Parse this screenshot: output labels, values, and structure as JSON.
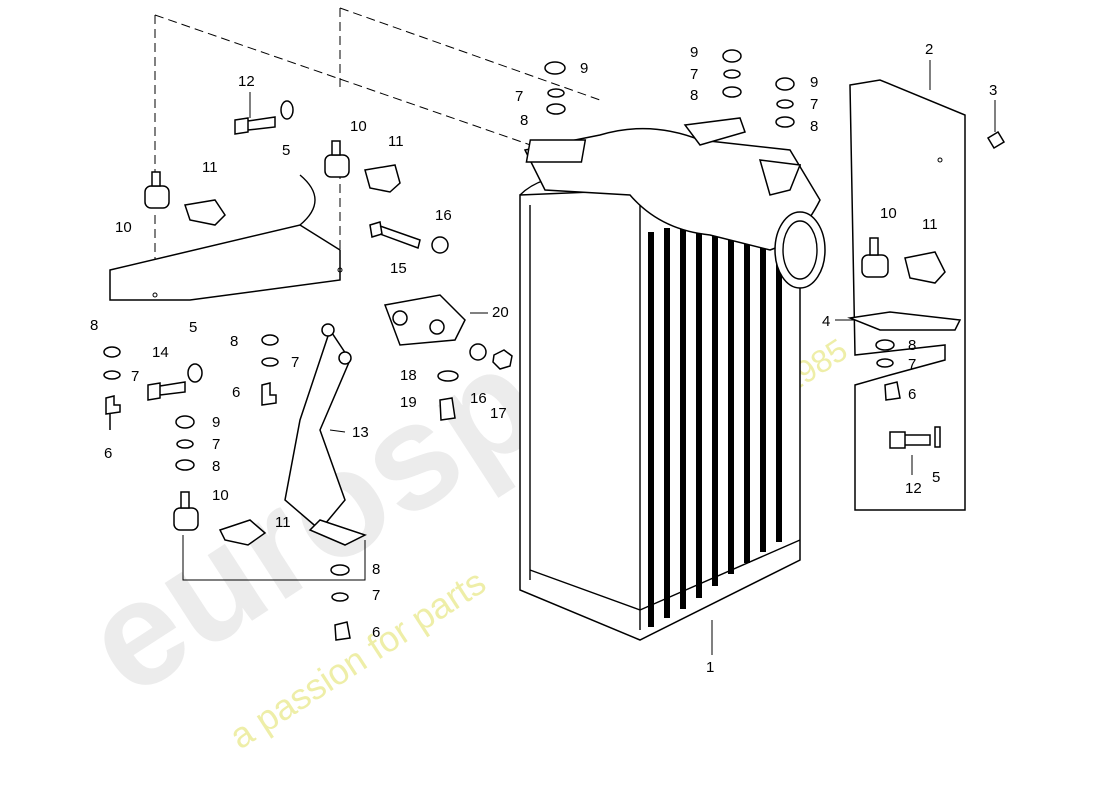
{
  "diagram": {
    "callouts": [
      {
        "id": "c1",
        "text": "1"
      },
      {
        "id": "c2",
        "text": "2"
      },
      {
        "id": "c3",
        "text": "3"
      },
      {
        "id": "c4",
        "text": "4"
      },
      {
        "id": "c5a",
        "text": "5"
      },
      {
        "id": "c5b",
        "text": "5"
      },
      {
        "id": "c5c",
        "text": "5"
      },
      {
        "id": "c6a",
        "text": "6"
      },
      {
        "id": "c6b",
        "text": "6"
      },
      {
        "id": "c6c",
        "text": "6"
      },
      {
        "id": "c6d",
        "text": "6"
      },
      {
        "id": "c7a",
        "text": "7"
      },
      {
        "id": "c7b",
        "text": "7"
      },
      {
        "id": "c7c",
        "text": "7"
      },
      {
        "id": "c7d",
        "text": "7"
      },
      {
        "id": "c7e",
        "text": "7"
      },
      {
        "id": "c7f",
        "text": "7"
      },
      {
        "id": "c7g",
        "text": "7"
      },
      {
        "id": "c7h",
        "text": "7"
      },
      {
        "id": "c8a",
        "text": "8"
      },
      {
        "id": "c8b",
        "text": "8"
      },
      {
        "id": "c8c",
        "text": "8"
      },
      {
        "id": "c8d",
        "text": "8"
      },
      {
        "id": "c8e",
        "text": "8"
      },
      {
        "id": "c8f",
        "text": "8"
      },
      {
        "id": "c8g",
        "text": "8"
      },
      {
        "id": "c8h",
        "text": "8"
      },
      {
        "id": "c9a",
        "text": "9"
      },
      {
        "id": "c9b",
        "text": "9"
      },
      {
        "id": "c9c",
        "text": "9"
      },
      {
        "id": "c9d",
        "text": "9"
      },
      {
        "id": "c10a",
        "text": "10"
      },
      {
        "id": "c10b",
        "text": "10"
      },
      {
        "id": "c10c",
        "text": "10"
      },
      {
        "id": "c10d",
        "text": "10"
      },
      {
        "id": "c11a",
        "text": "11"
      },
      {
        "id": "c11b",
        "text": "11"
      },
      {
        "id": "c11c",
        "text": "11"
      },
      {
        "id": "c11d",
        "text": "11"
      },
      {
        "id": "c12a",
        "text": "12"
      },
      {
        "id": "c12b",
        "text": "12"
      },
      {
        "id": "c13",
        "text": "13"
      },
      {
        "id": "c14",
        "text": "14"
      },
      {
        "id": "c15",
        "text": "15"
      },
      {
        "id": "c16a",
        "text": "16"
      },
      {
        "id": "c16b",
        "text": "16"
      },
      {
        "id": "c17",
        "text": "17"
      },
      {
        "id": "c18",
        "text": "18"
      },
      {
        "id": "c19",
        "text": "19"
      },
      {
        "id": "c20",
        "text": "20"
      }
    ]
  },
  "watermark": {
    "brand": "eurospares",
    "tagline": "a passion for parts",
    "since": "since 1985"
  }
}
